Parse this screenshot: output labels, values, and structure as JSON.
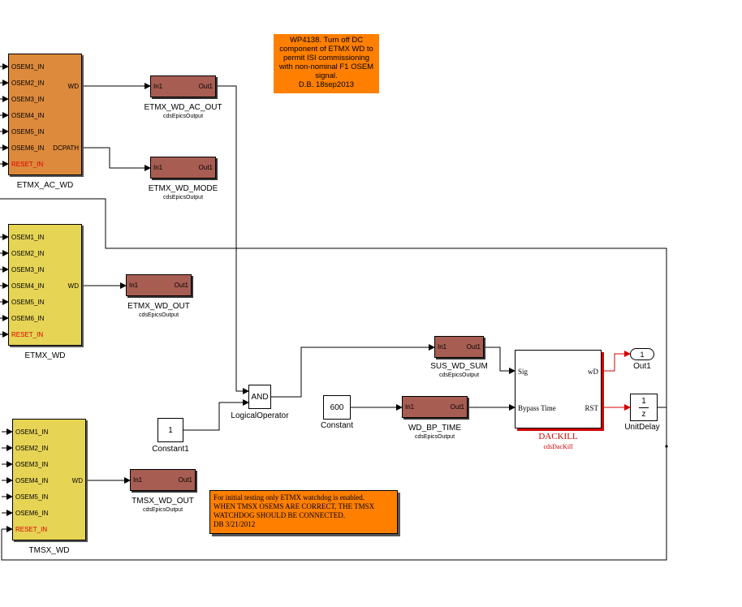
{
  "note_top": "WP4138. Turn off DC component of ETMX WD to permit ISI commissioning with non-nominal F1 OSEM signal.\nD.B. 18sep2013",
  "note_bottom": "For initial testing only ETMX watchdog is enabled.\nWHEN TMSX OSEMS ARE CORRECT, THE TMSX WATCHDOG SHOULD BE CONNECTED.\nDB 3/21/2012",
  "etmx_ac_wd": {
    "name": "ETMX_AC_WD",
    "inputs": [
      "OSEM1_IN",
      "OSEM2_IN",
      "OSEM3_IN",
      "OSEM4_IN",
      "OSEM5_IN",
      "OSEM6_IN",
      "RESET_IN"
    ],
    "out_wd": "WD",
    "out_dcpath": "DCPATH"
  },
  "etmx_wd": {
    "name": "ETMX_WD",
    "inputs": [
      "OSEM1_IN",
      "OSEM2_IN",
      "OSEM3_IN",
      "OSEM4_IN",
      "OSEM5_IN",
      "OSEM6_IN",
      "RESET_IN"
    ],
    "out_wd": "WD"
  },
  "tmsx_wd": {
    "name": "TMSX_WD",
    "inputs": [
      "OSEM1_IN",
      "OSEM2_IN",
      "OSEM3_IN",
      "OSEM4_IN",
      "OSEM5_IN",
      "OSEM6_IN",
      "RESET_IN"
    ],
    "out_wd": "WD"
  },
  "epics_ports": {
    "in": "In1",
    "out": "Out1"
  },
  "epics_type": "cdsEpicsOutput",
  "epics_blocks": {
    "etmx_wd_ac_out": "ETMX_WD_AC_OUT",
    "etmx_wd_mode": "ETMX_WD_MODE",
    "etmx_wd_out": "ETMX_WD_OUT",
    "tmsx_wd_out": "TMSX_WD_OUT",
    "sus_wd_sum": "SUS_WD_SUM",
    "wd_bp_time": "WD_BP_TIME"
  },
  "and_block": {
    "text": "AND",
    "name": "LogicalOperator"
  },
  "constant1": {
    "value": "1",
    "name": "Constant1"
  },
  "constant": {
    "value": "600",
    "name": "Constant"
  },
  "dackill": {
    "in_sig": "Sig",
    "in_bypass": "Bypass Time",
    "out_wd": "wD",
    "out_rst": "RST",
    "name": "DACKILL",
    "type": "cdsDacKill"
  },
  "out1": {
    "value": "1",
    "name": "Out1"
  },
  "unit_delay": {
    "num": "1",
    "den": "z",
    "name": "UnitDelay"
  },
  "colors": {
    "subsystem_orange": "#dd8a3c",
    "subsystem_yellow": "#e6d455",
    "epics_block": "#a85d52",
    "note": "#ff7f00",
    "reset_text": "#d80000",
    "dackill_accent": "#d40000"
  }
}
